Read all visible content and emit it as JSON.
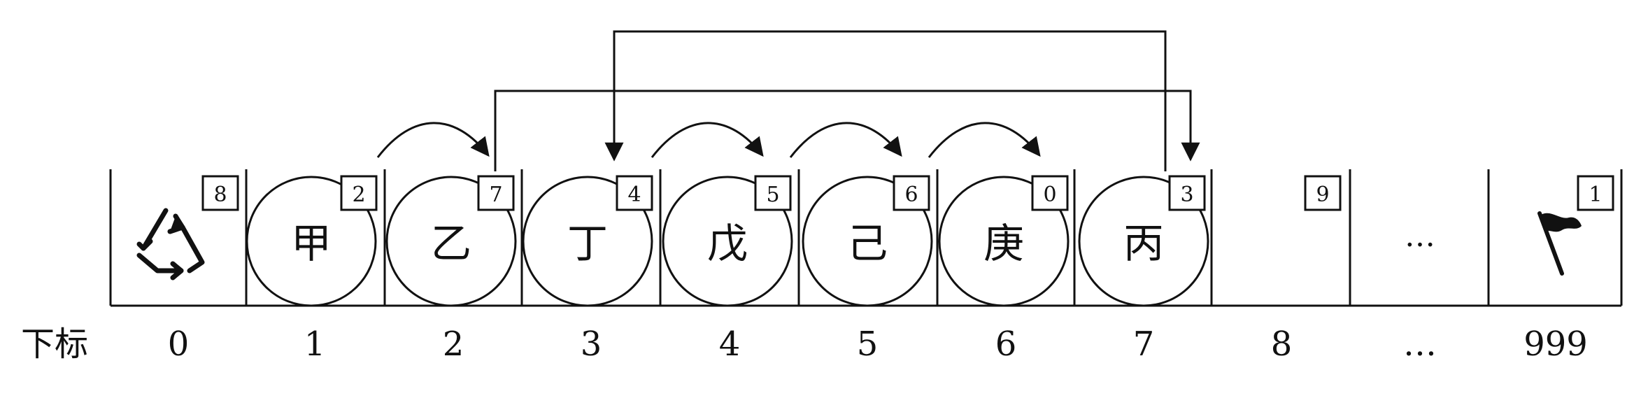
{
  "row_label": "下标",
  "cells": [
    {
      "index": "0",
      "content": "",
      "cursor": "8",
      "icon": "recycle-icon"
    },
    {
      "index": "1",
      "content": "甲",
      "cursor": "2"
    },
    {
      "index": "2",
      "content": "乙",
      "cursor": "7"
    },
    {
      "index": "3",
      "content": "丁",
      "cursor": "4"
    },
    {
      "index": "4",
      "content": "戊",
      "cursor": "5"
    },
    {
      "index": "5",
      "content": "己",
      "cursor": "6"
    },
    {
      "index": "6",
      "content": "庚",
      "cursor": "0"
    },
    {
      "index": "7",
      "content": "丙",
      "cursor": "3"
    },
    {
      "index": "8",
      "content": "",
      "cursor": "9"
    },
    {
      "index": "…",
      "content": "…",
      "cursor": ""
    },
    {
      "index": "999",
      "content": "",
      "cursor": "1",
      "icon": "flag-icon"
    }
  ]
}
